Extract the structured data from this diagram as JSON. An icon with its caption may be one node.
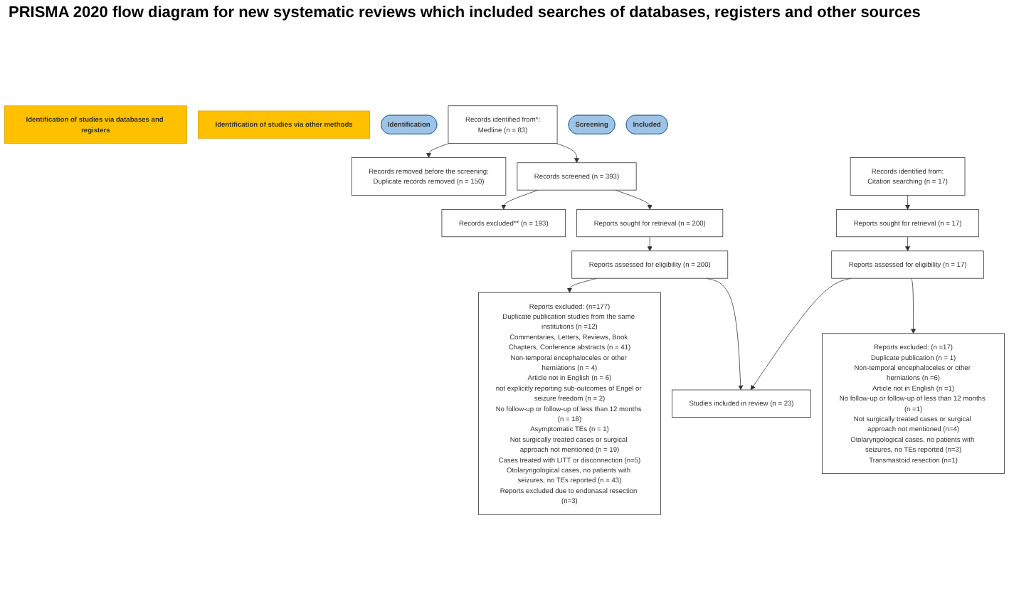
{
  "diagram": {
    "title": "PRISMA 2020 flow diagram for new systematic reviews which included searches of databases, registers and other sources",
    "nodes": [
      {
        "text": [
          "Identification of studies via databases and registers"
        ]
      },
      {
        "text": [
          "Identification of studies via other methods"
        ]
      },
      {
        "text": [
          "Identification"
        ]
      },
      {
        "text": [
          "Records identified from*:",
          "Medline (n = 83)"
        ]
      },
      {
        "text": [
          "Records removed before the screening:",
          "Duplicate records removed (n = 150)"
        ]
      },
      {
        "text": [
          "Records identified from:",
          "Citation searching (n = 17)"
        ]
      },
      {
        "text": [
          "Screening"
        ]
      },
      {
        "text": [
          "Records screened (n = 393)"
        ]
      },
      {
        "text": [
          "Records excluded** (n = 193)"
        ]
      },
      {
        "text": [
          "Reports excluded: (n=177)",
          "Duplicate publication studies from the same institutions (n =12)",
          "Commentaries, Letters, Reviews, Book Chapters, Conference abstracts (n = 41)",
          "Non-temporal encephaloceles or other herniations (n = 4)",
          "Article not in English (n = 6)",
          "not explicitly reporting sub-outcomes of Engel or seizure freedom (n = 2)",
          "No follow-up or follow-up of less than 12 months (n = 18)",
          "Asymptomatic TEs (n = 1)",
          "Not surgically treated cases or surgical approach not mentioned (n = 19)",
          "Cases treated with LITT or disconnection (n=5)",
          "Otolaryngological cases, no patients with seizures, no TEs reported (n = 43)",
          "Reports excluded due to endonasal resection (n=3)"
        ]
      },
      {
        "text": [
          "Reports sought for retrieval (n = 200)"
        ]
      },
      {
        "text": [
          "Reports sought for retrieval (n = 17)"
        ]
      },
      {
        "text": [
          "Reports excluded: (n =17)",
          "Duplicate publication (n = 1)",
          "Non-temporal encephaloceles or other herniations (n =6)",
          "Article not in English (n =1)",
          "No follow-up or follow-up of less than 12 months (n =1)",
          "Not surgically treated cases or surgical approach not mentioned (n=4)",
          "Otolaryngological cases, no patients with seizures, no TEs reported (n=3)",
          "Transmastoid resection (n=1)"
        ]
      },
      {
        "text": [
          "Reports assessed for eligibility (n = 200)"
        ]
      },
      {
        "text": [
          "Reports assessed for eligibility (n = 17)"
        ]
      },
      {
        "text": [
          "Included"
        ]
      },
      {
        "text": [
          "Studies included in review (n = 23)"
        ]
      }
    ],
    "edges": [
      {
        "from": 3,
        "to": 4,
        "arrow": "to"
      },
      {
        "from": 3,
        "to": 7,
        "arrow": "to"
      },
      {
        "from": 7,
        "to": 8,
        "arrow": "to"
      },
      {
        "from": 7,
        "to": 10,
        "arrow": "to"
      },
      {
        "from": 10,
        "to": 13,
        "arrow": "to"
      },
      {
        "from": 13,
        "to": 9,
        "arrow": "to"
      },
      {
        "from": 13,
        "to": 16,
        "arrow": "to"
      },
      {
        "from": 5,
        "to": 11,
        "arrow": "to"
      },
      {
        "from": 11,
        "to": 14,
        "arrow": "to"
      },
      {
        "from": 14,
        "to": 12,
        "arrow": "to"
      },
      {
        "from": 14,
        "to": 16,
        "arrow": "to"
      }
    ]
  }
}
